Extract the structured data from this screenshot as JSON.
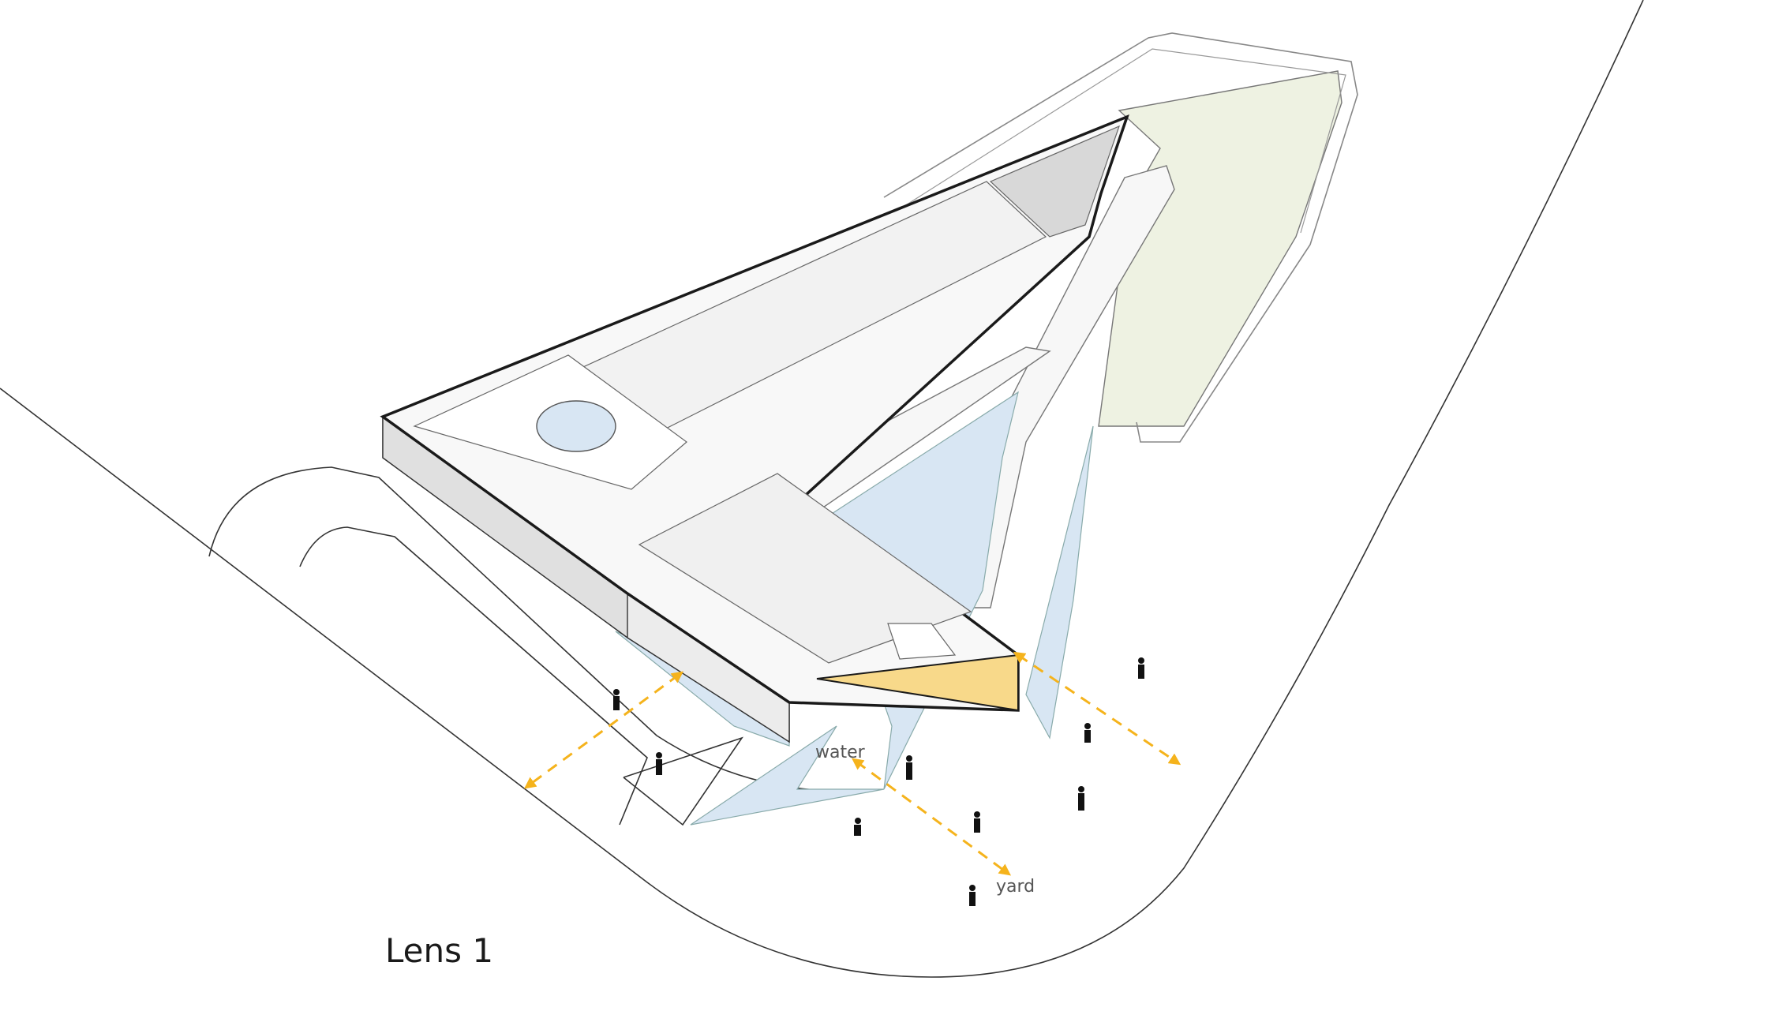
{
  "diagram": {
    "caption": "Lens 1",
    "labels": {
      "water": "water",
      "yard": "yard"
    },
    "colors": {
      "water": "#d8e6f3",
      "lawn": "#eef2e2",
      "highlight": "#f8d98a",
      "arrow": "#f5b31c",
      "outline": "#1a1a1a",
      "building_face": "#ececec",
      "roof": "#f8f8f8"
    }
  }
}
